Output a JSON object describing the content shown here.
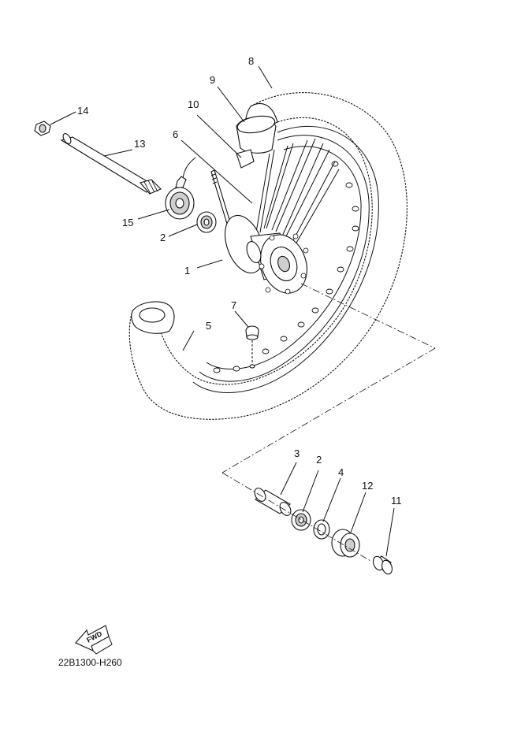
{
  "diagram": {
    "drawing_code": "22B1300-H260",
    "fwd_label": "FWD",
    "callouts": {
      "p1": "1",
      "p2a": "2",
      "p2b": "2",
      "p3": "3",
      "p4": "4",
      "p5": "5",
      "p6": "6",
      "p7": "7",
      "p8": "8",
      "p9": "9",
      "p10": "10",
      "p11": "11",
      "p12": "12",
      "p13": "13",
      "p14": "14",
      "p15": "15"
    },
    "colors": {
      "line": "#111111",
      "background": "#ffffff"
    }
  }
}
